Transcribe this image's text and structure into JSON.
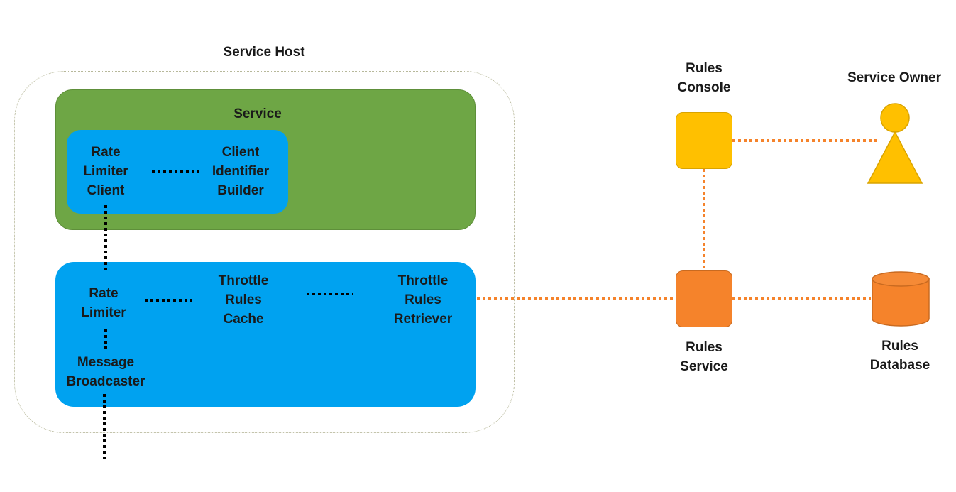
{
  "diagram": {
    "service_host": {
      "label": "Service Host"
    },
    "service": {
      "label": "Service"
    },
    "client_group": {
      "rate_limiter_client": "Rate\nLimiter\nClient",
      "client_identifier_builder": "Client\nIdentifier\nBuilder"
    },
    "limiter_group": {
      "rate_limiter": "Rate\nLimiter",
      "message_broadcaster": "Message\nBroadcaster",
      "throttle_rules_cache": "Throttle\nRules\nCache",
      "throttle_rules_retriever": "Throttle\nRules\nRetriever"
    },
    "rules_console": {
      "label": "Rules\nConsole"
    },
    "rules_service": {
      "label": "Rules\nService"
    },
    "rules_database": {
      "label": "Rules\nDatabase"
    },
    "service_owner": {
      "label": "Service Owner"
    }
  },
  "colors": {
    "service_green": "#6ea645",
    "component_blue": "#00a2f0",
    "console_yellow": "#ffc000",
    "rules_orange": "#f5832b",
    "connector_black": "#000000",
    "connector_orange": "#f5832b"
  },
  "icons": [
    "person-icon",
    "database-icon"
  ]
}
